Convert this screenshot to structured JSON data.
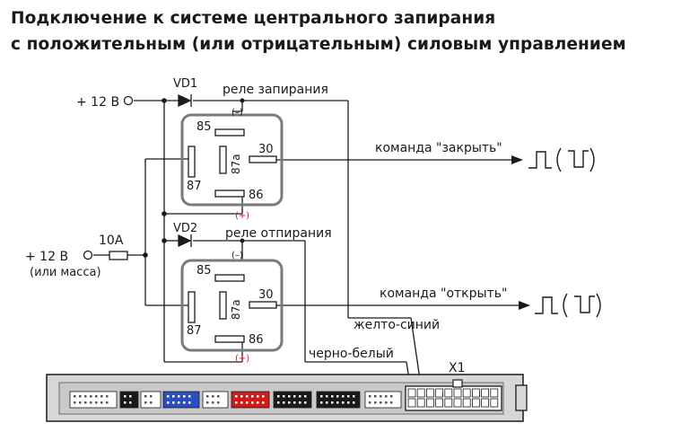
{
  "title": {
    "line1": "Подключение к системе центрального запирания",
    "line2": "с положительным (или отрицательным) силовым управлением"
  },
  "power": {
    "top_label": "+ 12 В",
    "fuse_label": "10А",
    "bottom_label": "+ 12 В",
    "bottom_sublabel": "(или масса)"
  },
  "relay_lock": {
    "name": "реле запирания",
    "diode": "VD1",
    "pin85": "85",
    "pin87": "87",
    "pin87a": "87а",
    "pin30": "30",
    "pin86": "86",
    "pol85": "(–)",
    "pol86": "(+)",
    "command": "команда \"закрыть\""
  },
  "relay_unlock": {
    "name": "реле отпирания",
    "diode": "VD2",
    "pin85": "85",
    "pin87": "87",
    "pin87a": "87а",
    "pin30": "30",
    "pin86": "86",
    "pol85": "(–)",
    "pol86": "(+)",
    "command": "команда \"открыть\""
  },
  "wires": {
    "yellow_blue": "желто-синий",
    "black_white": "черно-белый"
  },
  "connector": {
    "label": "X1",
    "block_colors": [
      "#ffffff",
      "#1a1a1a",
      "#ffffff",
      "#2a4fbf",
      "#ffffff",
      "#d11a1a",
      "#1a1a1a",
      "#1a1a1a",
      "#ffffff"
    ]
  },
  "colors": {
    "line": "#1a1a1a",
    "relay_border": "#7a7a7a",
    "polarity_red": "#d11a1a",
    "panel_fill": "#d7d7d7"
  }
}
